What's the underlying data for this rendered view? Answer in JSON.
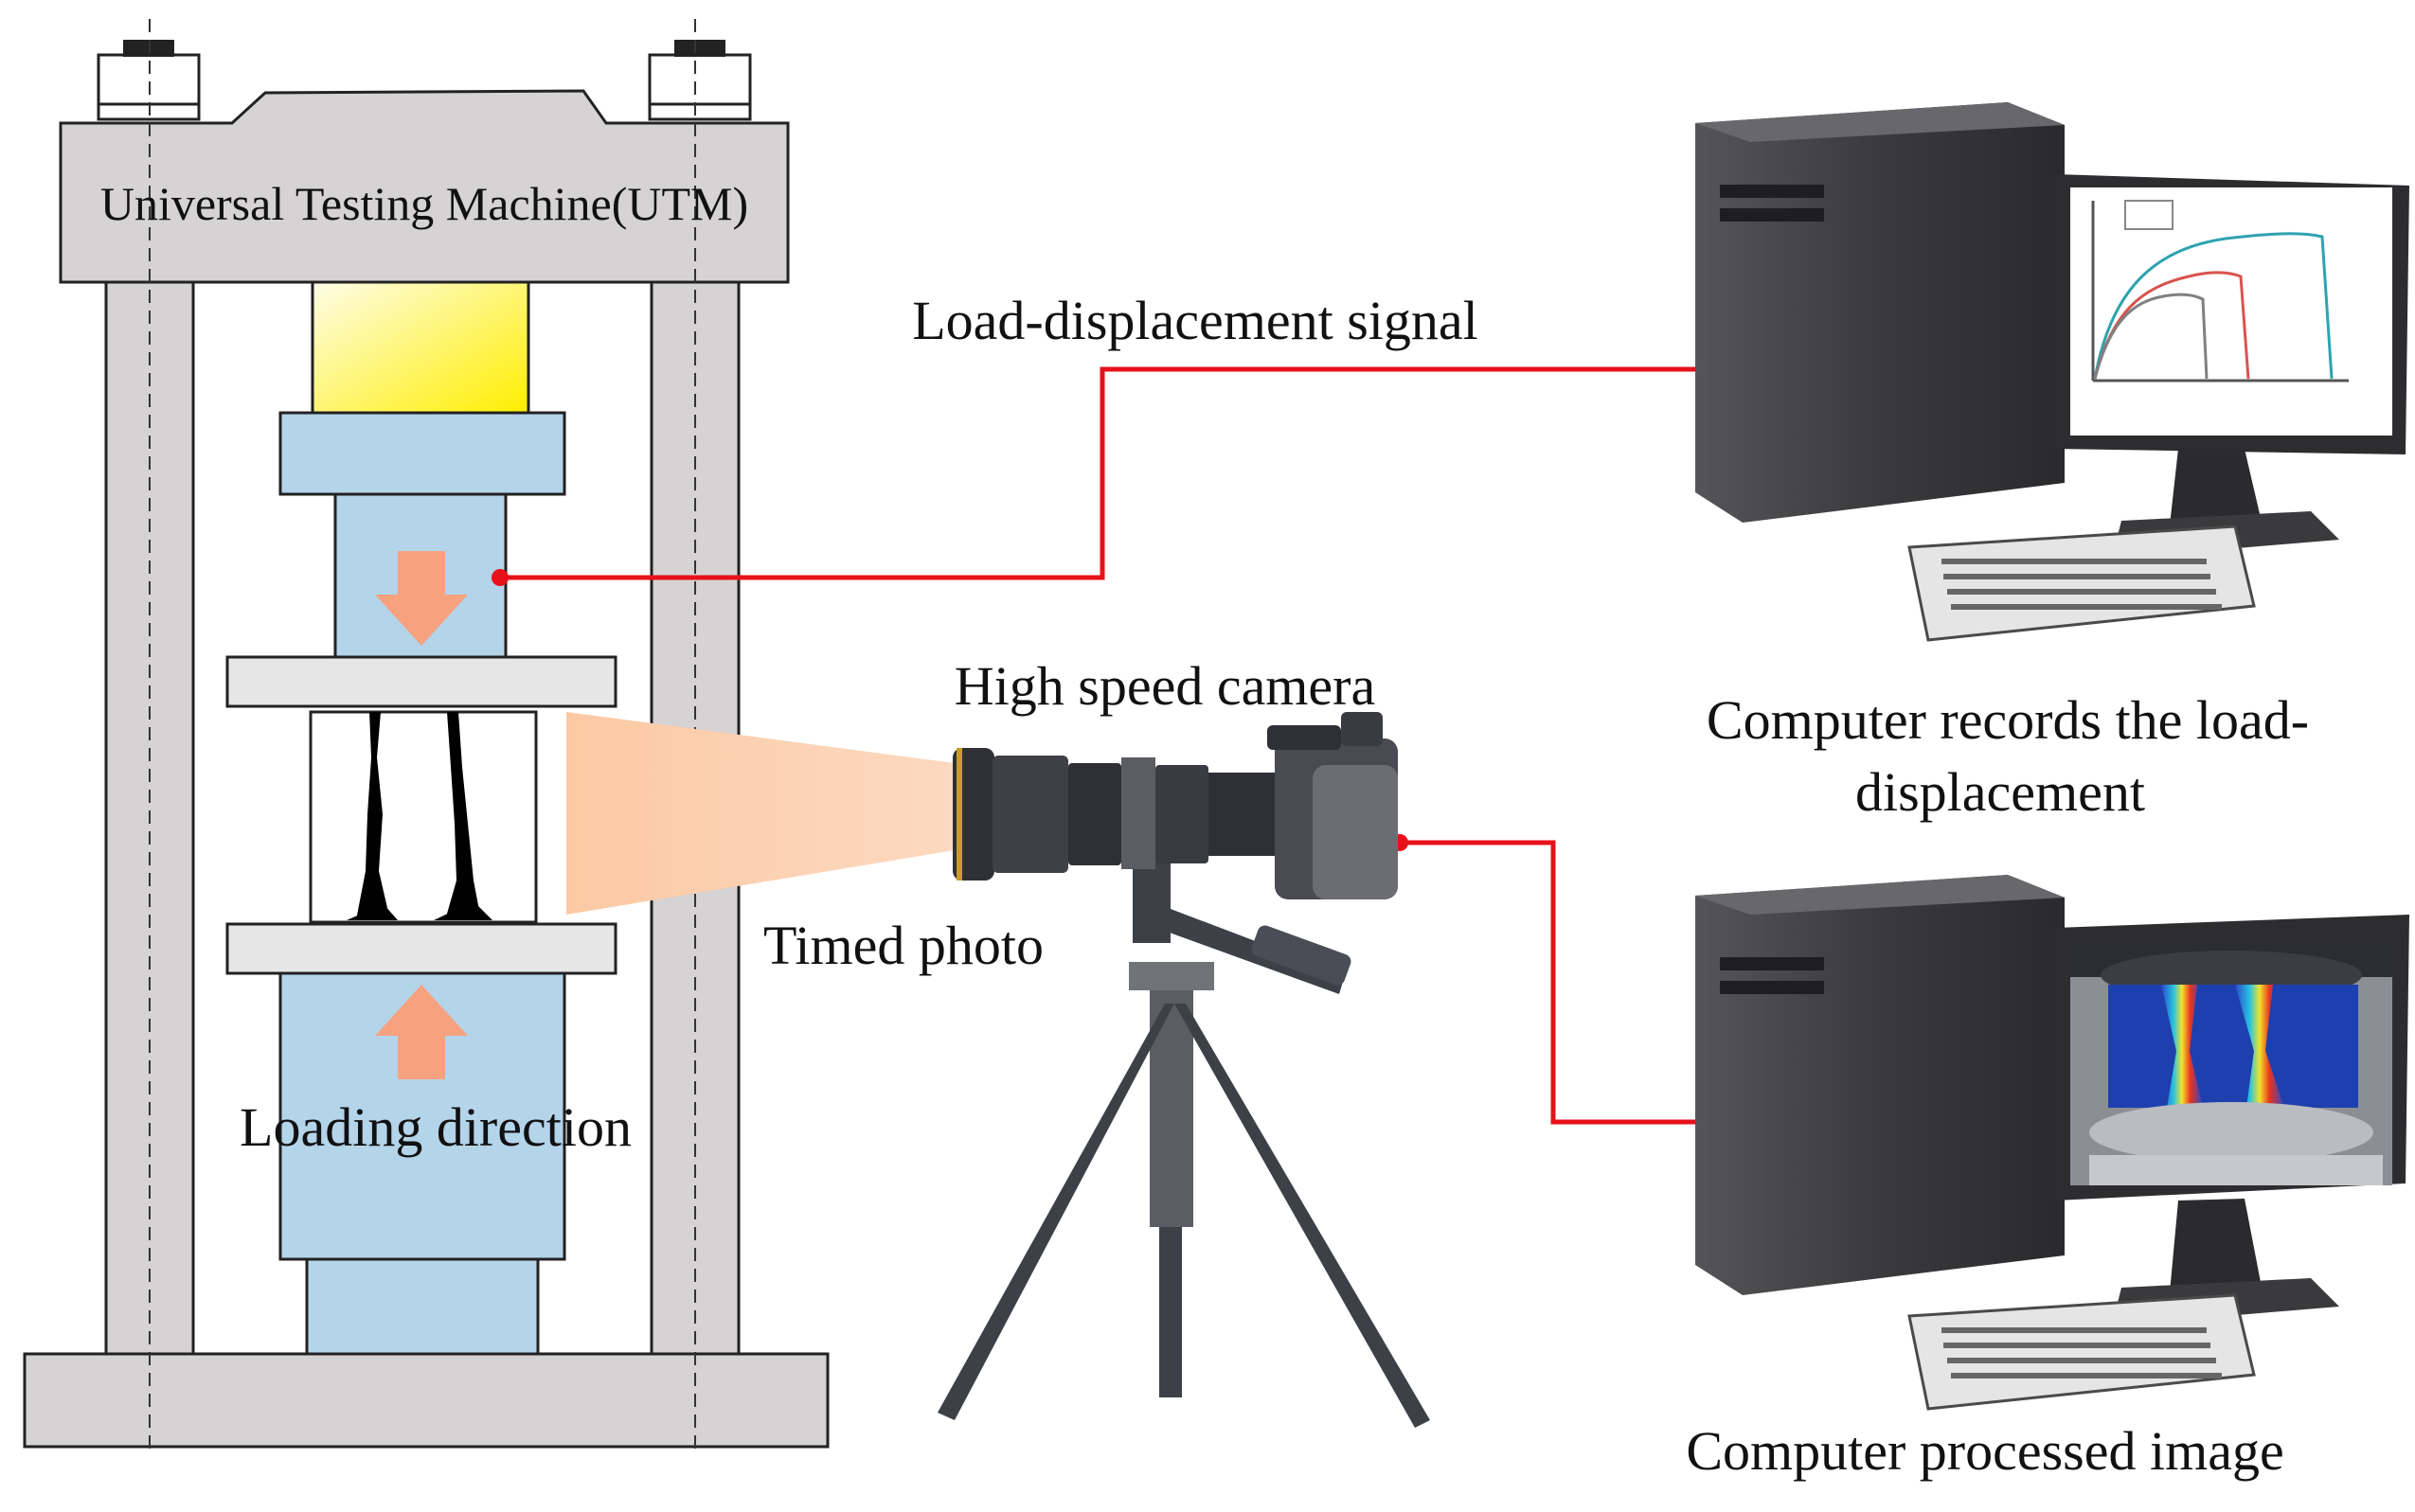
{
  "labels": {
    "utm": "Universal Testing Machine(UTM)",
    "load_signal": "Load-displacement signal",
    "camera": "High speed camera",
    "timed_photo": "Timed photo",
    "loading_direction": "Loading direction",
    "computer_records_line1": "Computer records the load-",
    "computer_records_line2": "displacement",
    "computer_processed": "Computer processed image"
  },
  "colors": {
    "frame": "#d5d3d4",
    "platen_blue": "#b4d4ea",
    "specimen_fill": "#ffffff",
    "crack": "#000000",
    "arrow": "#f7a27e",
    "light_beam": "#fbc9a8",
    "signal_line": "#e8111a",
    "load_cell_top": "#fdfdf0",
    "load_cell_bottom": "#ffef00",
    "computer_body": "#3c3c3e",
    "monitor_screen": "#ffffff",
    "curve_1": "#2ea3b0",
    "curve_2": "#d9534f",
    "curve_3": "#808080"
  },
  "icons": {
    "camera": "camera-icon",
    "tripod": "tripod-icon",
    "computer": "desktop-computer-icon"
  }
}
